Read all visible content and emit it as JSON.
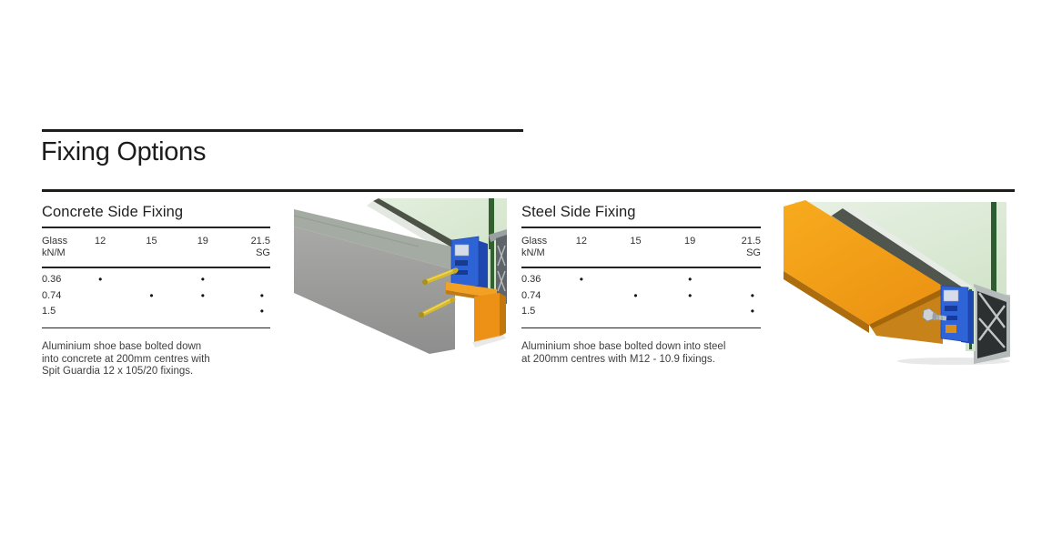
{
  "page": {
    "title": "Fixing Options"
  },
  "sections": [
    {
      "heading": "Concrete Side Fixing",
      "table": {
        "row_header_line1": "Glass",
        "row_header_line2": "kN/M",
        "columns": [
          "12",
          "15",
          "19",
          "21.5"
        ],
        "sg_label": "SG",
        "rows": [
          {
            "label": "0.36",
            "dots": [
              "•",
              "",
              "•",
              ""
            ]
          },
          {
            "label": "0.74",
            "dots": [
              "",
              "•",
              "•",
              "•"
            ]
          },
          {
            "label": "1.5",
            "dots": [
              "",
              "",
              "",
              "•"
            ]
          }
        ]
      },
      "description_lines": [
        "Aluminium shoe base bolted down",
        "into concrete at 200mm centres with",
        "Spit Guardia 12 x 105/20 fixings."
      ]
    },
    {
      "heading": "Steel Side Fixing",
      "table": {
        "row_header_line1": "Glass",
        "row_header_line2": "kN/M",
        "columns": [
          "12",
          "15",
          "19",
          "21.5"
        ],
        "sg_label": "SG",
        "rows": [
          {
            "label": "0.36",
            "dots": [
              "•",
              "",
              "•",
              ""
            ]
          },
          {
            "label": "0.74",
            "dots": [
              "",
              "•",
              "•",
              "•"
            ]
          },
          {
            "label": "1.5",
            "dots": [
              "",
              "",
              "",
              "•"
            ]
          }
        ]
      },
      "description_lines": [
        "Aluminium shoe base bolted down into steel",
        "at 200mm centres with M12 - 10.9 fixings."
      ]
    }
  ],
  "colors": {
    "rule_black": "#1d1d1b",
    "glass_green": "#dcead4",
    "glass_edge_green": "#30612f",
    "concrete_grey": "#9c9f9c",
    "steel_orange": "#f3a124",
    "clamp_blue": "#2f64d8",
    "bolt_yellow": "#d7b92b",
    "aluminium_grey": "#b5babb"
  }
}
